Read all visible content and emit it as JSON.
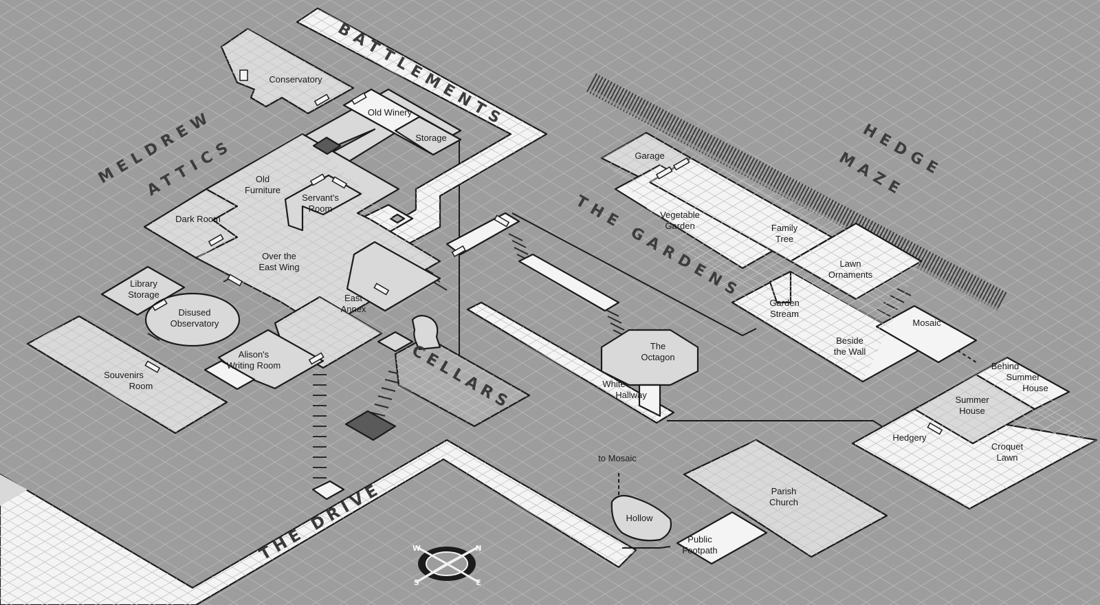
{
  "regions": {
    "meldrew": "MELDREW",
    "attics": "ATTICS",
    "battlements": "BATTLEMENTS",
    "hedge": "HEDGE",
    "maze": "MAZE",
    "gardens": "THE GARDENS",
    "cellars": "CELLARS",
    "drive": "THE DRIVE"
  },
  "rooms": {
    "conservatory": "Conservatory",
    "old_winery": "Old Winery",
    "storage": "Storage",
    "old_furniture_1": "Old",
    "old_furniture_2": "Furniture",
    "servants_room_1": "Servant's",
    "servants_room_2": "Room",
    "dark_room": "Dark Room",
    "over_east_wing_1": "Over the",
    "over_east_wing_2": "East Wing",
    "library_storage_1": "Library",
    "library_storage_2": "Storage",
    "disused_observatory_1": "Disused",
    "disused_observatory_2": "Observatory",
    "east_annex_1": "East",
    "east_annex_2": "Annex",
    "alisons_room_1": "Alison's",
    "alisons_room_2": "Writing Room",
    "souvenirs_room_1": "Souvenirs",
    "souvenirs_room_2": "Room",
    "garage": "Garage",
    "vegetable_garden_1": "Vegetable",
    "vegetable_garden_2": "Garden",
    "family_tree_1": "Family",
    "family_tree_2": "Tree",
    "lawn_ornaments_1": "Lawn",
    "lawn_ornaments_2": "Ornaments",
    "garden_stream_1": "Garden",
    "garden_stream_2": "Stream",
    "beside_wall_1": "Beside",
    "beside_wall_2": "the Wall",
    "mosaic": "Mosaic",
    "octagon_1": "The",
    "octagon_2": "Octagon",
    "white_hallway_1": "White",
    "white_hallway_2": "Hallway",
    "behind_summer_house_1": "Behind",
    "behind_summer_house_2": "Summer",
    "behind_summer_house_3": "House",
    "summer_house_1": "Summer",
    "summer_house_2": "House",
    "hedgery": "Hedgery",
    "croquet_lawn_1": "Croquet",
    "croquet_lawn_2": "Lawn",
    "to_mosaic": "to Mosaic",
    "hollow": "Hollow",
    "parish_church_1": "Parish",
    "parish_church_2": "Church",
    "public_footpath_1": "Public",
    "public_footpath_2": "Footpath"
  },
  "compass": {
    "n": "N",
    "e": "E",
    "s": "S",
    "w": "W"
  },
  "colors": {
    "background": "#9d9d9d",
    "room_white": "#f4f4f4",
    "room_light": "#d9d9d9",
    "outline": "#1b1b1b"
  }
}
